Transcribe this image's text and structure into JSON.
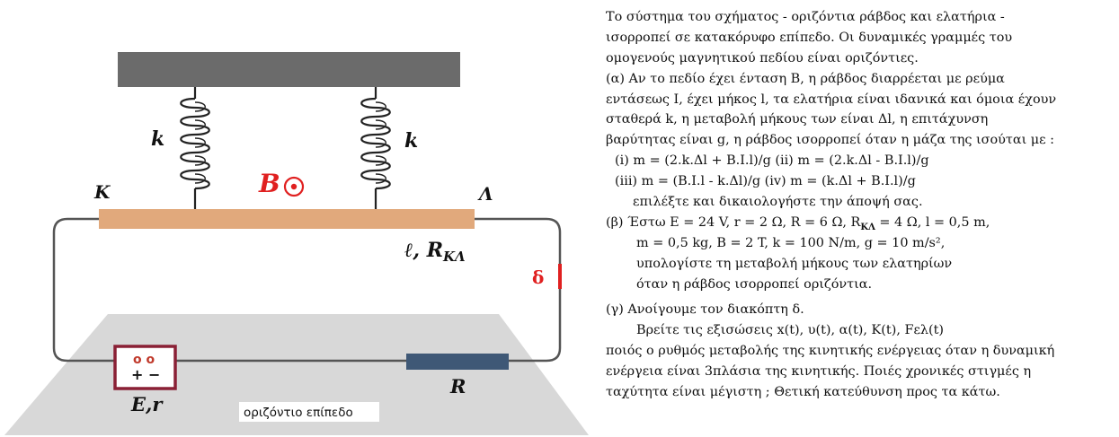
{
  "diagram": {
    "spring_left_label": "k",
    "spring_right_label": "k",
    "field_label": "B",
    "end_left_label": "K",
    "end_right_label": "Λ",
    "rod_label": "ℓ, R",
    "rod_label_sub": "ΚΛ",
    "switch_label": "δ",
    "battery_terminals": "o o",
    "battery_signs": "+ −",
    "battery_label": "E,r",
    "resistor_label": "R",
    "plane_label": "οριζόντιο επίπεδο",
    "colors": {
      "ceiling": "#6b6b6b",
      "rod": "#e1a97c",
      "field_red": "#e02020",
      "battery_border": "#8a2035",
      "resistor": "#3f5876",
      "plane": "#d8d8d8",
      "wire": "#555555"
    }
  },
  "problem": {
    "intro": [
      "Το σύστημα του σχήματος - οριζόντια ράβδος και ελατήρια -",
      "ισορροπεί σε κατακόρυφο επίπεδο.  Οι δυναμικές γραμμές του",
      "ομογενούς μαγνητικού πεδίου είναι οριζόντιες."
    ],
    "a": [
      "(α)  Αν το πεδίο έχει ένταση Β,  η ράβδος διαρρέεται με ρεύμα",
      "εντάσεως Ι,  έχει μήκος l,  τα ελατήρια είναι ιδανικά και όμοια έχουν",
      "σταθερά k,  η μεταβολή μήκους των είναι Δl,  η επιτάχυνση",
      "βαρύτητας είναι g,  η ράβδος ισορροπεί όταν η μάζα της ισούται με :"
    ],
    "choices_row1": "(i)  m = (2.k.Δl + B.I.l)/g      (ii)  m = (2.k.Δl - B.I.l)/g",
    "choices_row2": "(iii)  m = (B.I.l - k.Δl)/g           (iv) m = (k.Δl + B.I.l)/g",
    "choose_line": "επιλέξτε  και  δικαιολογήστε την άποψή σας.",
    "b_line1": "(β)  Έστω  E = 24 V, r = 2 Ω,  R = 6 Ω,  R",
    "b_line1_sub": "ΚΛ",
    "b_line1_end": " = 4 Ω,  l = 0,5 m,",
    "b_line2": "m = 0,5 kg,  B = 2 T,  k = 100 N/m,  g = 10 m/s²,",
    "b_line3": "υπολογίστε τη μεταβολή μήκους των ελατηρίων",
    "b_line4": "όταν η ράβδος ισορροπεί οριζόντια.",
    "c_line1": "(γ)  Ανοίγουμε τον διακόπτη δ.",
    "c_line2": "Βρείτε τις εξισώσεις  x(t), υ(t), α(t), K(t),  Fελ(t)",
    "c_line3": "ποιός ο ρυθμός μεταβολής της κινητικής ενέργειας όταν η δυναμική",
    "c_line4": "ενέργεια είναι 3πλάσια της κινητικής.  Ποιές χρονικές στιγμές η",
    "c_line5": "ταχύτητα είναι μέγιστη ;      Θετική κατεύθυνση προς τα κάτω."
  }
}
